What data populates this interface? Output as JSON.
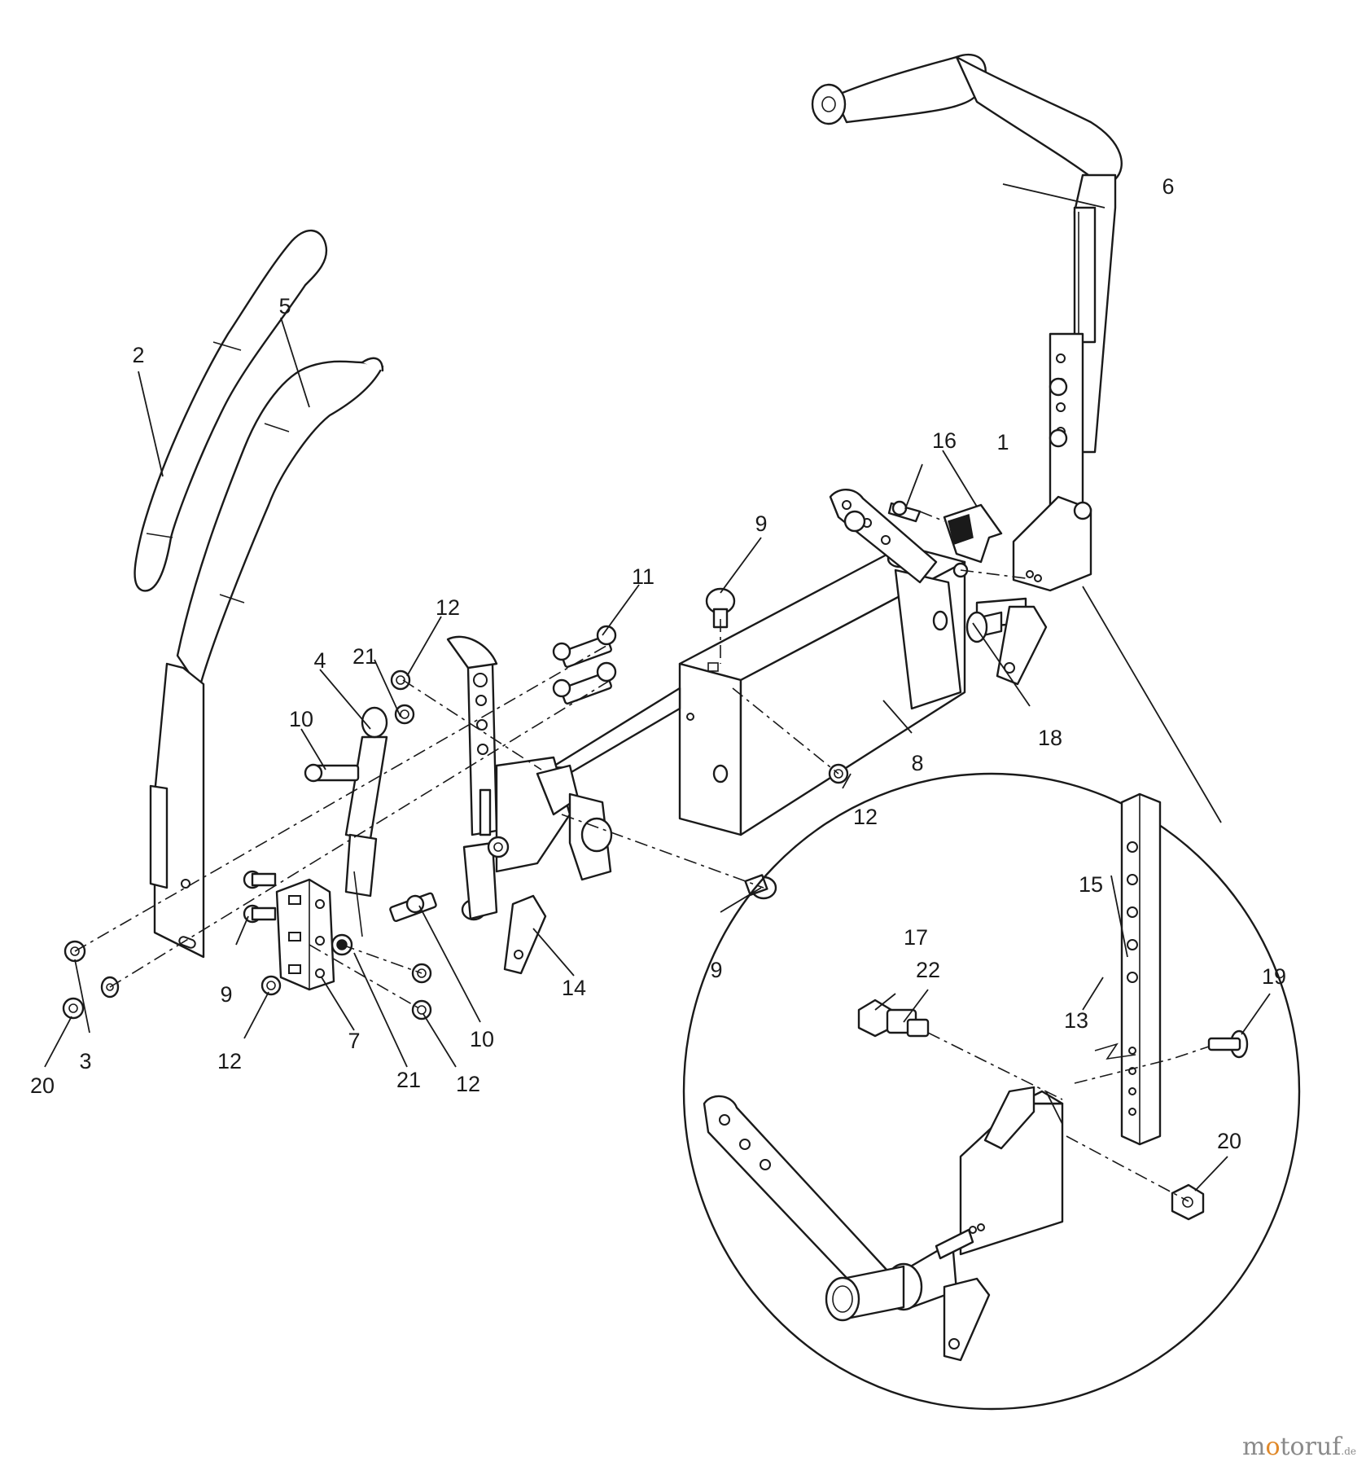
{
  "diagram": {
    "callouts": [
      {
        "id": "c1",
        "label": "1"
      },
      {
        "id": "c2",
        "label": "2"
      },
      {
        "id": "c3",
        "label": "3"
      },
      {
        "id": "c4",
        "label": "4"
      },
      {
        "id": "c5",
        "label": "5"
      },
      {
        "id": "c6",
        "label": "6"
      },
      {
        "id": "c7",
        "label": "7"
      },
      {
        "id": "c8",
        "label": "8"
      },
      {
        "id": "c9a",
        "label": "9"
      },
      {
        "id": "c9b",
        "label": "9"
      },
      {
        "id": "c9c",
        "label": "9"
      },
      {
        "id": "c10a",
        "label": "10"
      },
      {
        "id": "c10b",
        "label": "10"
      },
      {
        "id": "c11",
        "label": "11"
      },
      {
        "id": "c12a",
        "label": "12"
      },
      {
        "id": "c12b",
        "label": "12"
      },
      {
        "id": "c12c",
        "label": "12"
      },
      {
        "id": "c12d",
        "label": "12"
      },
      {
        "id": "c13",
        "label": "13"
      },
      {
        "id": "c14",
        "label": "14"
      },
      {
        "id": "c15",
        "label": "15"
      },
      {
        "id": "c16",
        "label": "16"
      },
      {
        "id": "c17",
        "label": "17"
      },
      {
        "id": "c18",
        "label": "18"
      },
      {
        "id": "c19",
        "label": "19"
      },
      {
        "id": "c20a",
        "label": "20"
      },
      {
        "id": "c20b",
        "label": "20"
      },
      {
        "id": "c21a",
        "label": "21"
      },
      {
        "id": "c21b",
        "label": "21"
      },
      {
        "id": "c22",
        "label": "22"
      }
    ]
  },
  "watermark": {
    "brand_prefix": "m",
    "brand_o": "o",
    "brand_suffix": "toruf",
    "tld": ".de"
  }
}
